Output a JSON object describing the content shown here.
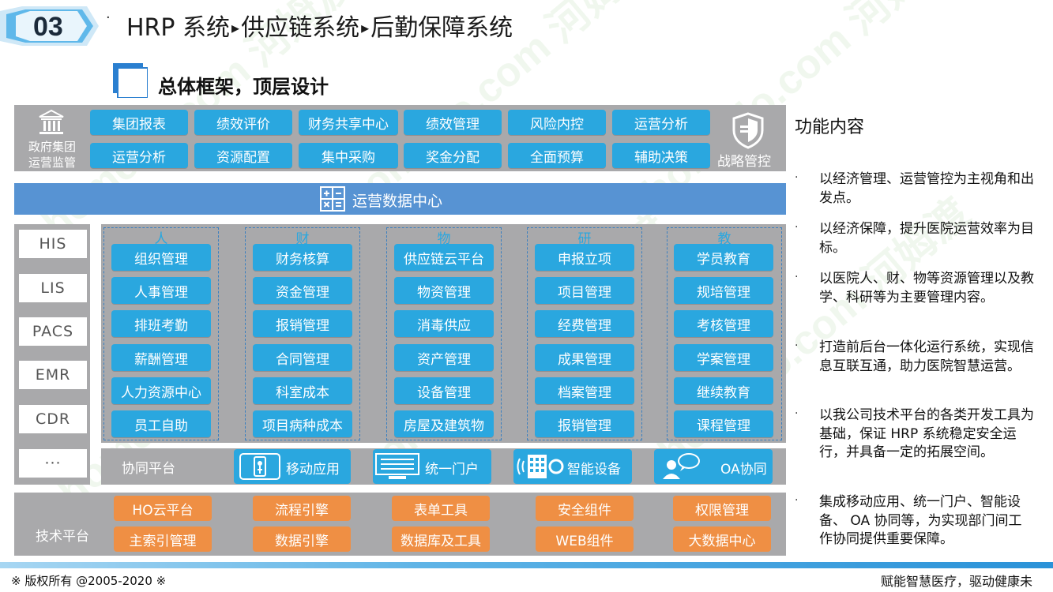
{
  "header": {
    "section_number": "03",
    "breadcrumb_dot": "·",
    "breadcrumb": [
      "HRP 系统",
      "供应链系统",
      "后勤保障系统"
    ],
    "breadcrumb_separator": "▸",
    "subtitle": "总体框架，顶层设计"
  },
  "top_band": {
    "left_label": "政府集团运营监管",
    "right_label": "战略管控",
    "row1": [
      "集团报表",
      "绩效评价",
      "财务共享中心",
      "绩效管理",
      "风险内控",
      "运营分析"
    ],
    "row2": [
      "运营分析",
      "资源配置",
      "集中采购",
      "奖金分配",
      "全面预算",
      "辅助决策"
    ]
  },
  "data_center": {
    "label": "运营数据中心"
  },
  "systems": [
    "HIS",
    "LIS",
    "PACS",
    "EMR",
    "CDR",
    "···"
  ],
  "columns": [
    {
      "head": "人",
      "items": [
        "组织管理",
        "人事管理",
        "排班考勤",
        "薪酬管理",
        "人力资源中心",
        "员工自助"
      ]
    },
    {
      "head": "财",
      "items": [
        "财务核算",
        "资金管理",
        "报销管理",
        "合同管理",
        "科室成本",
        "项目病种成本"
      ]
    },
    {
      "head": "物",
      "items": [
        "供应链云平台",
        "物资管理",
        "消毒供应",
        "资产管理",
        "设备管理",
        "房屋及建筑物"
      ]
    },
    {
      "head": "研",
      "items": [
        "申报立项",
        "项目管理",
        "经费管理",
        "成果管理",
        "档案管理",
        "报销管理"
      ]
    },
    {
      "head": "教",
      "items": [
        "学员教育",
        "规培管理",
        "考核管理",
        "学案管理",
        "继续教育",
        "课程管理"
      ]
    }
  ],
  "collab": {
    "label": "协同平台",
    "items": [
      {
        "label": "移动应用",
        "icon": "mobile-touch-icon"
      },
      {
        "label": "统一门户",
        "icon": "monitor-icon"
      },
      {
        "label": "智能设备",
        "icon": "smart-device-icon"
      },
      {
        "label": "OA协同",
        "icon": "user-chat-icon"
      }
    ]
  },
  "tech": {
    "label": "技术平台",
    "row1": [
      "HO云平台",
      "流程引擎",
      "表单工具",
      "安全组件",
      "权限管理"
    ],
    "row2": [
      "主索引管理",
      "数据引擎",
      "数据库及工具",
      "WEB组件",
      "大数据中心"
    ]
  },
  "features": {
    "title": "功能内容",
    "bullet": "·",
    "items": [
      "以经济管理、运营管控为主视角和出发点。",
      "以经济保障，提升医院运营效率为目标。",
      "以医院人、财、物等资源管理以及教学、科研等为主要管理内容。",
      "打造前后台一体化运行系统，实现信息互联互通，助力医院智慧运营。",
      "以我公司技术平台的各类开发工具为基础，保证 HRP 系统稳定安全运行，并具备一定的拓展空间。",
      "集成移动应用、统一门户、智能设备、 OA 协同等，为实现部门间工作协同提供重要保障。"
    ]
  },
  "footer": {
    "copyright": "※  版权所有 @2005-2020  ※",
    "slogan": "赋能智慧医疗，驱动健康未"
  },
  "watermark": "homedo.com 河姆渡",
  "colors": {
    "module_blue": "#2aa7df",
    "tech_orange": "#ef8f44",
    "panel_gray": "#a9a9ab",
    "data_center_blue": "#5793d3"
  }
}
